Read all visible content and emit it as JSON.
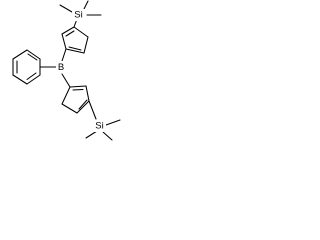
{
  "structure": {
    "atoms": {
      "boron": "B",
      "si_top": "Si",
      "si_bottom": "Si"
    }
  }
}
